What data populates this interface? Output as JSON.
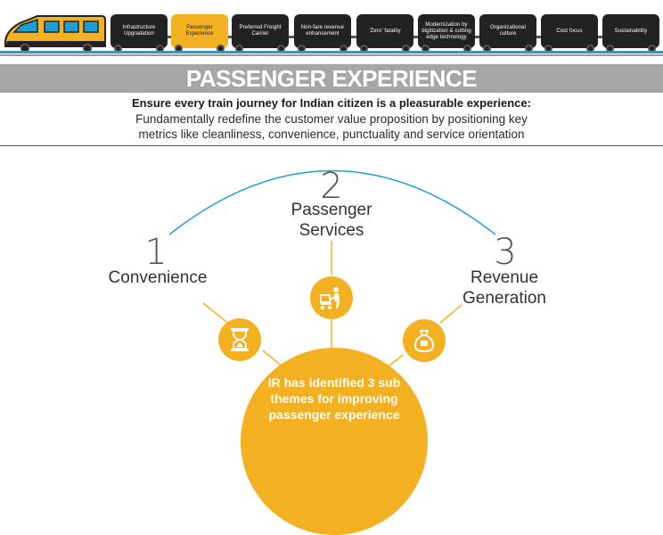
{
  "train": {
    "cars": [
      {
        "label": "Infrastructure Upgradation",
        "active": false
      },
      {
        "label": "Passenger Experience",
        "active": true
      },
      {
        "label": "Preferred Freight Carrier",
        "active": false
      },
      {
        "label": "Non-fare revenue enhancement",
        "active": false
      },
      {
        "label": "'Zero' fatality",
        "active": false
      },
      {
        "label": "Modernization by digitization & cutting edge technology",
        "active": false
      },
      {
        "label": "Organizational culture",
        "active": false
      },
      {
        "label": "Cost focus",
        "active": false
      },
      {
        "label": "Sustainability",
        "active": false
      }
    ]
  },
  "banner": {
    "title": "PASSENGER EXPERIENCE"
  },
  "intro": {
    "bold": "Ensure every train journey for Indian citizen is a pleasurable experience:",
    "body": "Fundamentally redefine the customer value proposition by positioning key metrics like cleanliness, convenience, punctuality and service orientation"
  },
  "themes": [
    {
      "number": "1",
      "label": "Convenience",
      "icon": "hourglass-icon"
    },
    {
      "number": "2",
      "label": "Passenger Services",
      "icon": "porter-luggage-icon"
    },
    {
      "number": "3",
      "label": "Revenue Generation",
      "icon": "money-bag-icon"
    }
  ],
  "center": {
    "text": "IR has identified 3 sub themes for improving passenger experience"
  },
  "colors": {
    "accent": "#f3b021",
    "arc": "#1d9fd5",
    "banner": "#a6a6a6",
    "car": "#222222"
  }
}
